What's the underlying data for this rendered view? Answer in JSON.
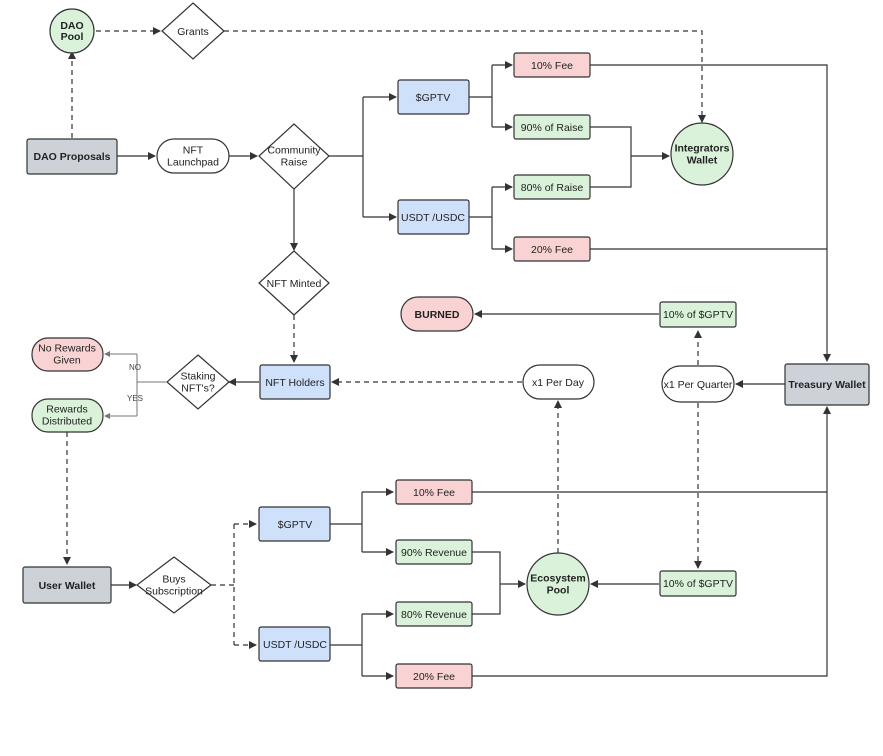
{
  "colors": {
    "blue": "#cfe0fb",
    "green": "#d9f2d9",
    "red": "#f9d3d3",
    "gray": "#cdd2d9",
    "white": "#ffffff",
    "stroke": "#333333"
  },
  "nodes": {
    "dao_pool": "DAO|Pool",
    "grants": "Grants",
    "dao_proposals": "DAO Proposals",
    "nft_launchpad": "NFT|Launchpad",
    "community_raise": "Community|Raise",
    "gptv_top": "$GPTV",
    "fee10_top": "10% Fee",
    "raise90": "90% of Raise",
    "integrators_wallet": "Integrators|Wallet",
    "raise80": "80% of Raise",
    "usdt_top": "USDT /USDC",
    "fee20_top": "20% Fee",
    "nft_minted": "NFT Minted",
    "burned": "BURNED",
    "gptv10_top": "10% of $GPTV",
    "no_rewards": "No Rewards|Given",
    "staking": "Staking|NFT's?",
    "nft_holders": "NFT Holders",
    "per_day": "x1 Per Day",
    "per_quarter": "x1 Per Quarter",
    "treasury_wallet": "Treasury Wallet",
    "rewards_distributed": "Rewards|Distributed",
    "gptv_bottom": "$GPTV",
    "fee10_bottom": "10% Fee",
    "revenue90": "90% Revenue",
    "ecosystem_pool": "Ecosystem|Pool",
    "gptv10_bottom": "10% of $GPTV",
    "user_wallet": "User Wallet",
    "buys_subscription": "Buys|Subscription",
    "revenue80": "80% Revenue",
    "usdt_bottom": "USDT /USDC",
    "fee20_bottom": "20% Fee"
  },
  "edge_labels": {
    "no": "NO",
    "yes": "YES"
  }
}
